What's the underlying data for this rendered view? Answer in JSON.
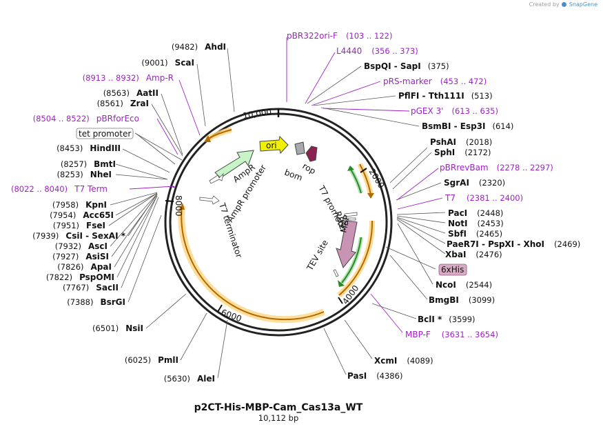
{
  "header": {
    "credit": "Created by",
    "brand": "SnapGene",
    "brand_color": "#4a90c2"
  },
  "plasmid": {
    "name": "p2CT-His-MBP-Cam_Cas13a_WT",
    "length_label": "10,112 bp",
    "length": 10112
  },
  "ruler": {
    "ticks": [
      {
        "bp": 10000,
        "label": "10,000"
      },
      {
        "bp": 2000,
        "label": "2000"
      },
      {
        "bp": 4000,
        "label": "4000"
      },
      {
        "bp": 6000,
        "label": "6000"
      },
      {
        "bp": 8000,
        "label": "8000"
      }
    ]
  },
  "features": [
    {
      "name": "ori",
      "color": "#f2f200",
      "kind": "arrow"
    },
    {
      "name": "bom",
      "color": "#a7a9ac",
      "kind": "box"
    },
    {
      "name": "rop",
      "color": "#8b2252",
      "kind": "arrow-left"
    },
    {
      "name": "AmpR",
      "color": "#c7f5c7",
      "kind": "arrow"
    },
    {
      "name": "AmpR promoter",
      "color": "#ffffff",
      "kind": "arrow"
    },
    {
      "name": "T7 terminator",
      "color": "#ffffff",
      "kind": "arrow"
    },
    {
      "name": "T7 promoter",
      "color": "#ffffff",
      "kind": "arrow"
    },
    {
      "name": "RBS",
      "color": "#ffffff",
      "kind": "box"
    },
    {
      "name": "MBP",
      "color": "#c994b4",
      "kind": "arrow"
    },
    {
      "name": "TEV site",
      "color": "#ffffff",
      "kind": "box"
    }
  ],
  "sites": {
    "right": [
      {
        "name": "BspQI",
        "sep": " - ",
        "name2": "SapI",
        "pos": "(375)"
      },
      {
        "name": "PflFI",
        "sep": " - ",
        "name2": "Tth111I",
        "pos": "(513)"
      },
      {
        "name": "BsmBI",
        "sep": " - ",
        "name2": "Esp3I",
        "pos": "(614)"
      },
      {
        "name": "PshAI",
        "pos": "(2018)"
      },
      {
        "name": "SphI",
        "pos": "(2172)"
      },
      {
        "name": "SgrAI",
        "pos": "(2320)"
      },
      {
        "name": "PacI",
        "pos": "(2448)"
      },
      {
        "name": "NotI",
        "pos": "(2453)"
      },
      {
        "name": "SbfI",
        "pos": "(2465)"
      },
      {
        "name": "PaeR7I",
        "sep": " - ",
        "name2": "PspXI",
        "sep2": " - ",
        "name3": "XhoI",
        "pos": "(2469)"
      },
      {
        "name": "XbaI",
        "pos": "(2476)"
      },
      {
        "name": "NcoI",
        "pos": "(2544)"
      },
      {
        "name": "BmgBI",
        "pos": "(3099)"
      },
      {
        "name": "BclI *",
        "pos": "(3599)"
      },
      {
        "name": "XcmI",
        "pos": "(4089)"
      },
      {
        "name": "PasI",
        "pos": "(4386)"
      }
    ],
    "left": [
      {
        "name": "AhdI",
        "pos": "(9482)"
      },
      {
        "name": "ScaI",
        "pos": "(9001)"
      },
      {
        "name": "AatII",
        "pos": "(8563)"
      },
      {
        "name": "ZraI",
        "pos": "(8561)"
      },
      {
        "name": "HindIII",
        "pos": "(8453)"
      },
      {
        "name": "BmtI",
        "pos": "(8257)"
      },
      {
        "name": "NheI",
        "pos": "(8253)"
      },
      {
        "name": "KpnI",
        "pos": "(7958)"
      },
      {
        "name": "Acc65I",
        "pos": "(7954)"
      },
      {
        "name": "FseI",
        "pos": "(7951)"
      },
      {
        "name": "CsiI",
        "sep": " - ",
        "name2": "SexAI *",
        "pos": "(7939)"
      },
      {
        "name": "AscI",
        "pos": "(7932)"
      },
      {
        "name": "AsiSI",
        "pos": "(7927)"
      },
      {
        "name": "ApaI",
        "pos": "(7826)"
      },
      {
        "name": "PspOMI",
        "pos": "(7822)"
      },
      {
        "name": "SacII",
        "pos": "(7767)"
      },
      {
        "name": "BsrGI",
        "pos": "(7388)"
      },
      {
        "name": "NsiI",
        "pos": "(6501)"
      },
      {
        "name": "PmlI",
        "pos": "(6025)"
      },
      {
        "name": "AleI",
        "pos": "(5630)"
      }
    ]
  },
  "primers": {
    "right": [
      {
        "name": "pBR322ori-F",
        "range": "(103 .. 122)"
      },
      {
        "name": "L4440",
        "range": "(356 .. 373)"
      },
      {
        "name": "pRS-marker",
        "range": "(453 .. 472)"
      },
      {
        "name": "pGEX 3'",
        "range": "(613 .. 635)"
      },
      {
        "name": "pBRrevBam",
        "range": "(2278 .. 2297)"
      },
      {
        "name": "T7",
        "range": "(2381 .. 2400)"
      },
      {
        "name": "MBP-F",
        "range": "(3631 .. 3654)"
      }
    ],
    "left": [
      {
        "name": "Amp-R",
        "range": "(8913 .. 8932)"
      },
      {
        "name": "pBRforEco",
        "range": "(8504 .. 8522)"
      },
      {
        "name": "T7 Term",
        "range": "(8022 .. 8040)"
      }
    ]
  },
  "boxed_labels": [
    {
      "name": "tet promoter"
    },
    {
      "name": "6xHis",
      "color": "#d9aac4"
    }
  ]
}
